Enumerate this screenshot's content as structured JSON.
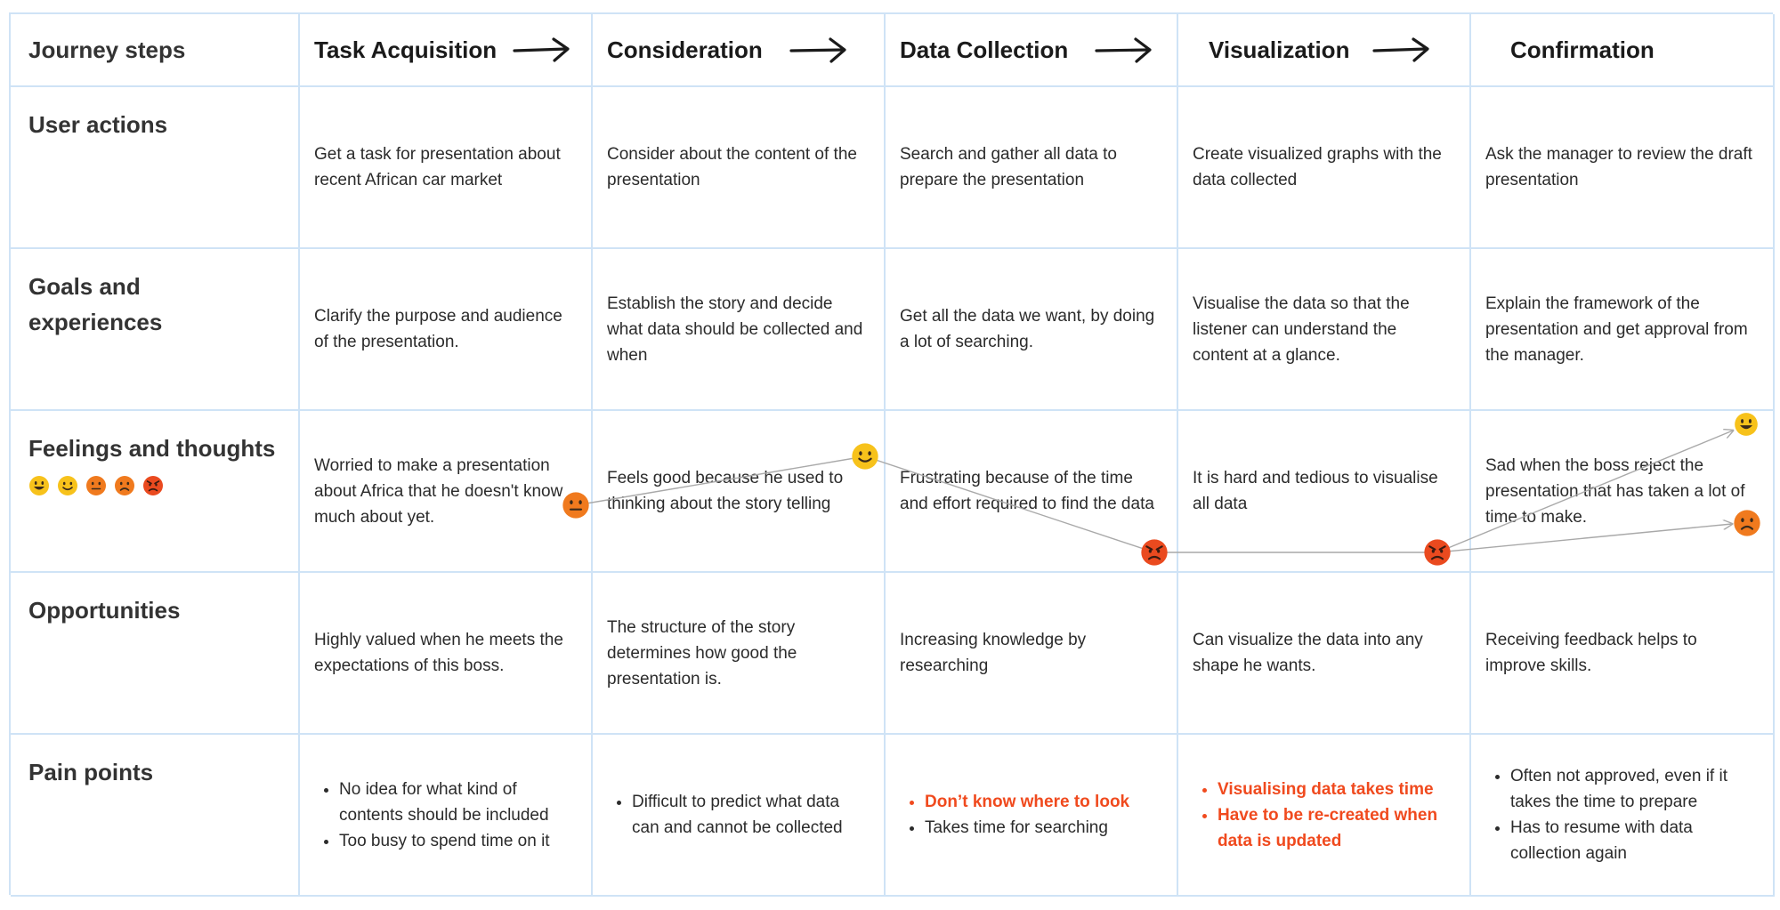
{
  "header": {
    "row_label": "Journey steps",
    "steps": [
      "Task Acquisition",
      "Consideration",
      "Data Collection",
      "Visualization",
      "Confirmation"
    ]
  },
  "rows": {
    "user_actions": {
      "label": "User actions",
      "cells": [
        "Get a task for presentation about recent African car market",
        "Consider about the content of the presentation",
        "Search and gather all data to prepare the presentation",
        "Create visualized graphs with the data collected",
        "Ask the manager to review the draft presentation"
      ]
    },
    "goals": {
      "label_line1": "Goals and",
      "label_line2": "experiences",
      "cells": [
        "Clarify the purpose and audience of the presentation.",
        "Establish the story and decide what data should be collected and when",
        "Get all the data we want, by doing a lot of searching.",
        "Visualise the data so that the listener can understand the content at a glance.",
        "Explain the framework of the presentation and get approval from the manager."
      ]
    },
    "feelings": {
      "label": "Feelings and thoughts",
      "scale_icons": [
        "very-happy-face-icon",
        "happy-face-icon",
        "neutral-face-icon",
        "sad-face-icon",
        "angry-face-icon"
      ],
      "cells": [
        "Worried to make a presentation about Africa that he doesn't know much about yet.",
        "Feels good because he used to thinking about the story telling",
        "Frustrating because of the time and effort required to find the data",
        "It is hard and tedious to visualise all data",
        "Sad when the boss reject the presentation that has taken a lot of time to make."
      ],
      "emotion_points": [
        {
          "step": "Task Acquisition",
          "mood": "neutral-face-icon"
        },
        {
          "step": "Consideration",
          "mood": "happy-face-icon"
        },
        {
          "step": "Data Collection",
          "mood": "angry-face-icon"
        },
        {
          "step": "Visualization",
          "mood": "angry-face-icon"
        },
        {
          "step": "Confirmation",
          "mood": "very-happy-face-icon"
        },
        {
          "step": "Confirmation",
          "mood": "sad-face-icon"
        }
      ]
    },
    "opportunities": {
      "label": "Opportunities",
      "cells": [
        "Highly valued when he meets the expectations of this boss.",
        "The structure of the story determines how good the presentation is.",
        "Increasing knowledge by researching",
        "Can visualize the data into any shape he wants.",
        "Receiving feedback helps to improve skills."
      ]
    },
    "pain_points": {
      "label": "Pain points",
      "cells": [
        [
          {
            "text": "No idea for what kind of contents should be included",
            "hl": false
          },
          {
            "text": "Too busy to spend time on it",
            "hl": false
          }
        ],
        [
          {
            "text": "Difficult to predict what data can and cannot be collected",
            "hl": false
          }
        ],
        [
          {
            "text": "Don’t know where to look",
            "hl": true
          },
          {
            "text": "Takes time for searching",
            "hl": false
          }
        ],
        [
          {
            "text": "Visualising data takes time",
            "hl": true
          },
          {
            "text": "Have to be re-created when data is updated",
            "hl": true
          }
        ],
        [
          {
            "text": "Often not approved, even if it takes the time to prepare",
            "hl": false
          },
          {
            "text": "Has to resume with data collection again",
            "hl": false
          }
        ]
      ]
    }
  },
  "colors": {
    "grid_line": "#cfe3f6",
    "highlight_text": "#f04a1e",
    "emoji_yellow": "#f7c21b",
    "emoji_orange": "#f07a1e",
    "emoji_red": "#ea4a1f",
    "line_gray": "#a9a9a9"
  }
}
